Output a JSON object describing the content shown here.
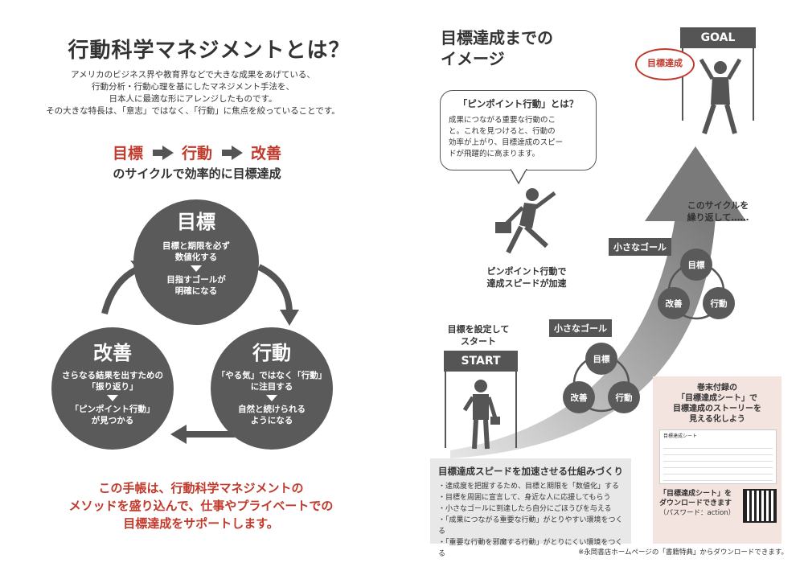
{
  "left": {
    "title": "行動科学マネジメントとは？",
    "intro": [
      "アメリカのビジネス界や教育界などで大きな成果をあげている、",
      "行動分析・行動心理を基にしたマネジメント手法を、",
      "日本人に最適な形にアレンジしたものです。",
      "その大きな特長は、「意志」ではなく、「行動」に焦点を絞っていることです。"
    ],
    "cycle": {
      "words": [
        "目標",
        "行動",
        "改善"
      ],
      "subtitle": "のサイクルで効率的に目標達成"
    },
    "circles": {
      "goal": {
        "title": "目標",
        "line1a": "目標と期限を必ず",
        "line1b": "数値化する",
        "line2a": "目指すゴールが",
        "line2b": "明確になる"
      },
      "action": {
        "title": "行動",
        "line1a": "「やる気」ではなく「行動」",
        "line1b": "に注目する",
        "line2a": "自然と続けられる",
        "line2b": "ようになる"
      },
      "improve": {
        "title": "改善",
        "line1a": "さらなる結果を出すための",
        "line1b": "「振り返り」",
        "line2a": "「ピンポイント行動」",
        "line2b": "が見つかる"
      }
    },
    "bottom": [
      "この手帳は、行動科学マネジメントの",
      "メソッドを盛り込んで、仕事やプライベートでの",
      "目標達成をサポートします。"
    ]
  },
  "right": {
    "title_l1": "目標達成までの",
    "title_l2": "イメージ",
    "goal_label": "GOAL",
    "goal_badge": "目標達成",
    "bubble": {
      "title": "「ピンポイント行動」とは？",
      "body": [
        "成果につながる重要な行動のこ",
        "と。これを見つけると、行動の",
        "効率が上がり、目標達成のスピー",
        "ドが飛躍的に高まります。"
      ]
    },
    "accel_l1": "ピンポイント行動で",
    "accel_l2": "達成スピードが加速",
    "start_label": "START",
    "start_caption_l1": "目標を設定して",
    "start_caption_l2": "スタート",
    "small_goal": "小さなゴール",
    "repeat_l1": "このサイクルを",
    "repeat_l2": "繰り返して……",
    "nodes": {
      "goal": "目標",
      "action": "行動",
      "improve": "改善"
    },
    "box": {
      "title": "目標達成スピードを加速させる仕組みづくり",
      "items": [
        "・達成度を把握するため、目標と期限を「数値化」する",
        "・目標を周囲に宣言して、身近な人に応援してもらう",
        "・小さなゴールに到達したら自分にごほうびを与える",
        "・「成果につながる重要な行動」がとりやすい環境をつくる",
        "・「重要な行動を邪魔する行動」がとりにくい環境をつくる"
      ]
    },
    "promo": {
      "head": [
        "巻末付録の",
        "「目標達成シート」で",
        "目標達成のストーリーを",
        "見える化しよう"
      ],
      "sheet_title": "目標達成シート",
      "dl": [
        "「目標達成シート」を",
        "ダウンロードできます",
        "（パスワード：action）"
      ]
    },
    "note": "※永岡書店ホームページの「書籍特典」からダウンロードできます。"
  },
  "colors": {
    "accent": "#c0392b",
    "dark": "#5a5a5a",
    "box": "#e8e8e8",
    "promo": "#f3e4df"
  }
}
